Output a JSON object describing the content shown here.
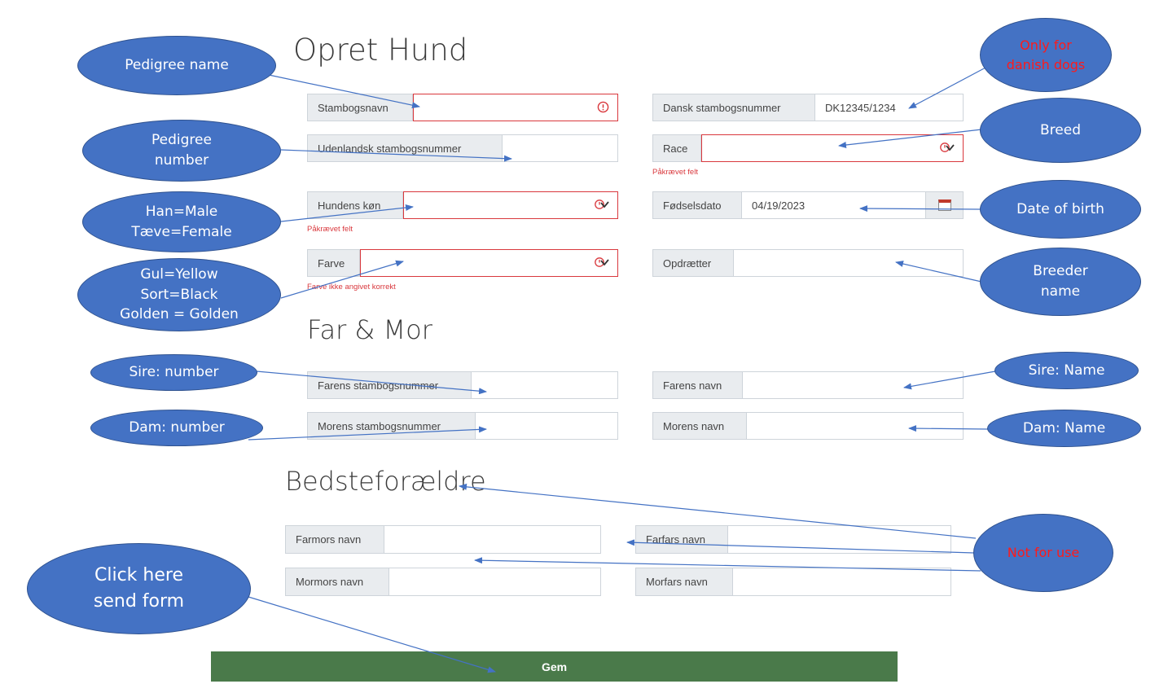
{
  "headings": {
    "create_dog": "Opret Hund",
    "parents": "Far & Mor",
    "grandparents": "Bedsteforældre"
  },
  "fields": {
    "pedigree_name": {
      "label": "Stambogsnavn",
      "value": ""
    },
    "danish_pedigree_number": {
      "label": "Dansk stambogsnummer",
      "value": "DK12345/1234"
    },
    "foreign_pedigree_number": {
      "label": "Udenlandsk stambogsnummer",
      "value": ""
    },
    "breed": {
      "label": "Race",
      "value": "",
      "error": "Påkrævet felt"
    },
    "sex": {
      "label": "Hundens køn",
      "value": "",
      "error": "Påkrævet felt"
    },
    "birth_date": {
      "label": "Fødselsdato",
      "value": "04/19/2023"
    },
    "color": {
      "label": "Farve",
      "value": "",
      "error": "Farve ikke angivet korrekt"
    },
    "breeder": {
      "label": "Opdrætter",
      "value": ""
    },
    "sire_number": {
      "label": "Farens stambogsnummer",
      "value": ""
    },
    "sire_name": {
      "label": "Farens navn",
      "value": ""
    },
    "dam_number": {
      "label": "Morens stambogsnummer",
      "value": ""
    },
    "dam_name": {
      "label": "Morens navn",
      "value": ""
    },
    "paternal_grandmother": {
      "label": "Farmors navn",
      "value": ""
    },
    "paternal_grandfather": {
      "label": "Farfars navn",
      "value": ""
    },
    "maternal_grandmother": {
      "label": "Mormors navn",
      "value": ""
    },
    "maternal_grandfather": {
      "label": "Morfars navn",
      "value": ""
    }
  },
  "submit_label": "Gem",
  "annotations": {
    "pedigree_name": "Pedigree name",
    "pedigree_number": "Pedigree\nnumber",
    "sex": "Han=Male\nTæve=Female",
    "color": "Gul=Yellow\nSort=Black\nGolden = Golden",
    "sire_number": "Sire: number",
    "dam_number": "Dam: number",
    "submit": "Click here\nsend form",
    "danish_only": "Only for\ndanish dogs",
    "breed": "Breed",
    "birth_date": "Date of birth",
    "breeder": "Breeder\nname",
    "sire_name": "Sire: Name",
    "dam_name": "Dam: Name",
    "not_for_use": "Not for use"
  },
  "icons": {
    "error": "exclamation-circle",
    "dropdown": "chevron-down",
    "calendar": "calendar"
  },
  "colors": {
    "annotation_bubble": "#4472c4",
    "error": "#d9383d",
    "submit_button": "#4a7a4a",
    "annotation_red_text": "#ff1a1a"
  }
}
